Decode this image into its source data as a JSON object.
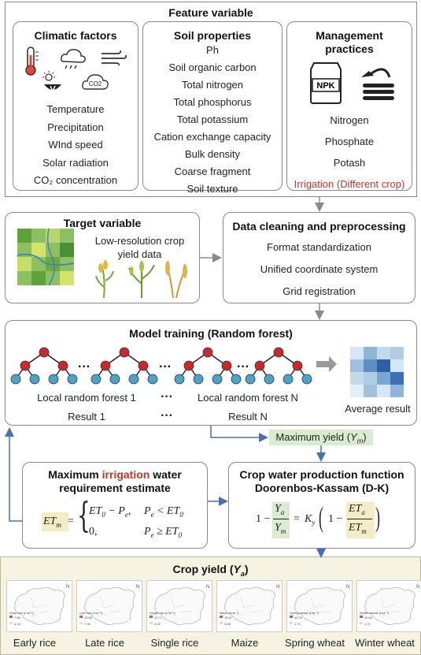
{
  "feature": {
    "title": "Feature variable",
    "climatic": {
      "title": "Climatic factors",
      "co2_icon_label": "CO2",
      "items": [
        "Temperature",
        "Precipitation",
        "WInd speed",
        "Solar radiation",
        "CO₂ concentration"
      ]
    },
    "soil": {
      "title": "Soil properties",
      "items": [
        "Ph",
        "Soil organic carbon",
        "Total nitrogen",
        "Total phosphorus",
        "Total potassium",
        "Cation exchange capacity",
        "Bulk density",
        "Coarse fragment",
        "Soil texture"
      ]
    },
    "management": {
      "title_line1": "Management",
      "title_line2": "practices",
      "npk_label": "NPK",
      "items": [
        "Nitrogen",
        "Phosphate",
        "Potash"
      ],
      "irrigation": "Irrigation (Different crop)"
    }
  },
  "target": {
    "title": "Target variable",
    "desc_line1": "Low-resolution crop",
    "desc_line2": "yield data"
  },
  "cleaning": {
    "title": "Data cleaning and preprocessing",
    "items": [
      "Format standardization",
      "Unified coordinate system",
      "Grid registration"
    ]
  },
  "model": {
    "title": "Model training (Random forest)",
    "forest1": "Local random forest 1",
    "forestN": "Local random forest N",
    "result1": "Result 1",
    "resultN": "Result N",
    "dots": "···",
    "average": "Average result"
  },
  "maxyield": {
    "label": "Maximum yield (",
    "sym": "Y",
    "sub": "m",
    "close": ")"
  },
  "irrigation": {
    "title_pre": "Maximum ",
    "title_red": "irrigation",
    "title_post": " water",
    "title_line2": "requirement estimate"
  },
  "dk": {
    "title_line1": "Crop water production function",
    "title_line2": "Doorenbos-Kassam (D-K)"
  },
  "yield": {
    "title": "Crop yield (",
    "sym": "Y",
    "sub": "a",
    "close": ")",
    "maps": [
      {
        "caption": "Early rice",
        "legend_title": "Early rice (t ha⁻¹)",
        "hi": "7.96",
        "lo": "4.13"
      },
      {
        "caption": "Late rice",
        "legend_title": "Late rice (t ha⁻¹)",
        "hi": "10.68",
        "lo": "7.98"
      },
      {
        "caption": "Single rice",
        "legend_title": "Single rice (t ha⁻¹)",
        "hi": "13.71",
        "lo": "2.02"
      },
      {
        "caption": "Maize",
        "legend_title": "Maize (t ha⁻¹)",
        "hi": "15.67",
        "lo": "3.08"
      },
      {
        "caption": "Spring wheat",
        "legend_title": "Spring wheat (t ha⁻¹)",
        "hi": "10.76",
        "lo": "1.71"
      },
      {
        "caption": "Winter wheat",
        "legend_title": "Winter wheat (t ha⁻¹)",
        "hi": "10.63",
        "lo": "1.71"
      }
    ]
  },
  "colors": {
    "border": "#8a8a8a",
    "arrow": "#4a6fb5",
    "gray_arrow": "#8a8a8a",
    "red_node": "#c8282e",
    "blue_node": "#4aa3c8",
    "highlight_green": "#d9ecd0",
    "highlight_yellow": "#f3ecc4",
    "irrigation_red": "#c0352b"
  }
}
